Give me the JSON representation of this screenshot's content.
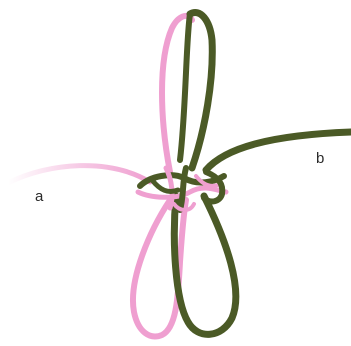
{
  "labels": {
    "cord_a": "a",
    "cord_b": "b"
  },
  "cords": {
    "a": {
      "color": "#ef9fd0",
      "shadow": "#d77fb8",
      "name": "pink-cord"
    },
    "b": {
      "color": "#4b5a26",
      "shadow": "#2f3a14",
      "name": "olive-cord"
    }
  },
  "background": "#ffffff"
}
